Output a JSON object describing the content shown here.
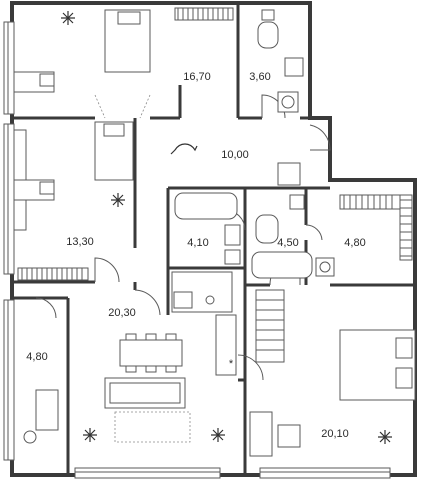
{
  "rooms": [
    {
      "id": "bedroom-top",
      "area": "16,70"
    },
    {
      "id": "wc-small",
      "area": "3,60"
    },
    {
      "id": "hall",
      "area": "10,00"
    },
    {
      "id": "bedroom-left",
      "area": "13,30"
    },
    {
      "id": "bathroom-a",
      "area": "4,10"
    },
    {
      "id": "bathroom-b",
      "area": "4,50"
    },
    {
      "id": "wardrobe",
      "area": "4,80"
    },
    {
      "id": "kitchen-living",
      "area": "20,30"
    },
    {
      "id": "loggia",
      "area": "4,80"
    },
    {
      "id": "master-bedroom",
      "area": "20,10"
    }
  ],
  "marks": {
    "asterisk": "*"
  }
}
